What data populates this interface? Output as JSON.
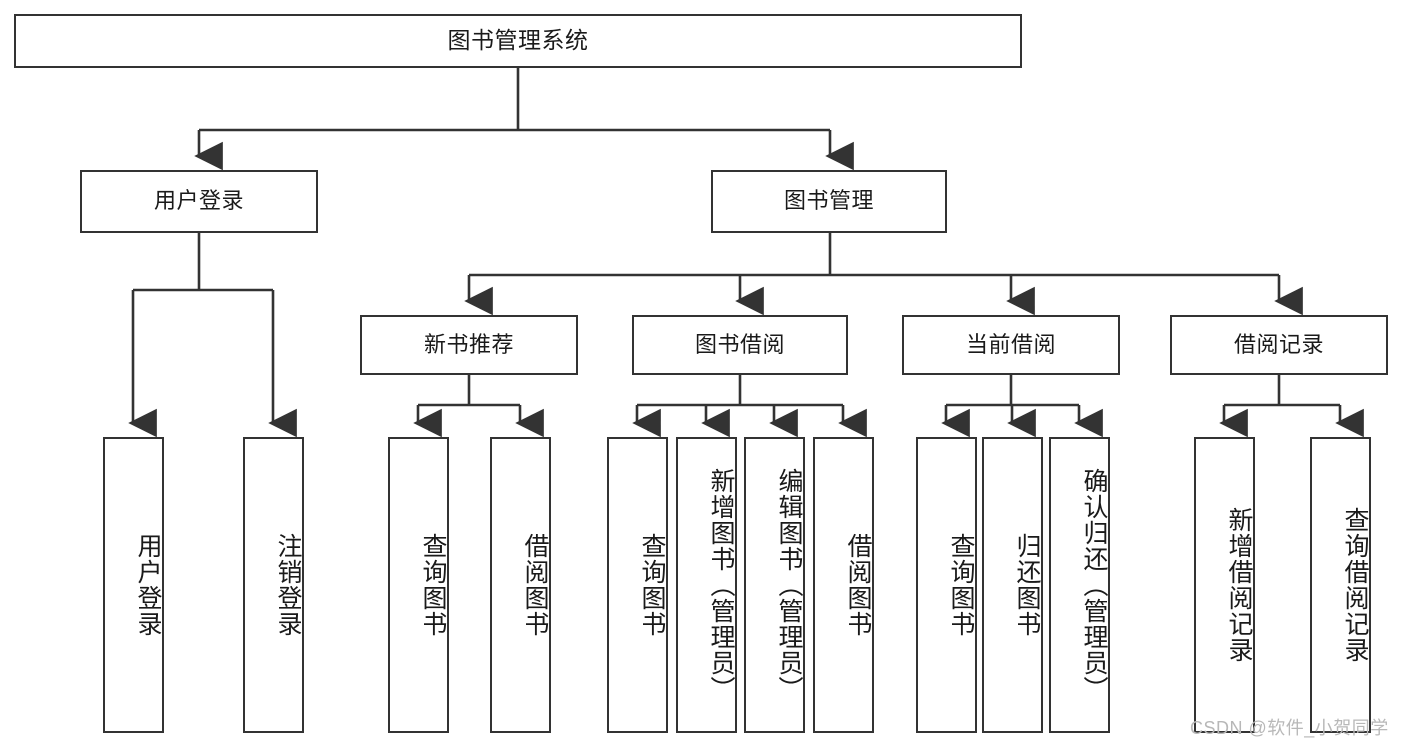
{
  "diagram": {
    "type": "tree",
    "title": "图书管理系统",
    "root": {
      "id": "root",
      "label": "图书管理系统"
    },
    "level2": [
      {
        "id": "user-login",
        "label": "用户登录"
      },
      {
        "id": "book-manage",
        "label": "图书管理"
      }
    ],
    "level3": [
      {
        "id": "new-book-rec",
        "label": "新书推荐",
        "parent": "book-manage"
      },
      {
        "id": "book-borrow",
        "label": "图书借阅",
        "parent": "book-manage"
      },
      {
        "id": "current-borrow",
        "label": "当前借阅",
        "parent": "book-manage"
      },
      {
        "id": "borrow-record",
        "label": "借阅记录",
        "parent": "book-manage"
      }
    ],
    "leaves": [
      {
        "id": "leaf-user-login",
        "label": "用户登录",
        "parent": "user-login"
      },
      {
        "id": "leaf-logout",
        "label": "注销登录",
        "parent": "user-login"
      },
      {
        "id": "leaf-query-book-1",
        "label": "查询图书",
        "parent": "new-book-rec"
      },
      {
        "id": "leaf-borrow-book-1",
        "label": "借阅图书",
        "parent": "new-book-rec"
      },
      {
        "id": "leaf-query-book-2",
        "label": "查询图书",
        "parent": "book-borrow"
      },
      {
        "id": "leaf-add-book",
        "label": "新增图书（管理员）",
        "parent": "book-borrow"
      },
      {
        "id": "leaf-edit-book",
        "label": "编辑图书（管理员）",
        "parent": "book-borrow"
      },
      {
        "id": "leaf-borrow-book-2",
        "label": "借阅图书",
        "parent": "book-borrow"
      },
      {
        "id": "leaf-query-book-3",
        "label": "查询图书",
        "parent": "current-borrow"
      },
      {
        "id": "leaf-return-book",
        "label": "归还图书",
        "parent": "current-borrow"
      },
      {
        "id": "leaf-confirm-return",
        "label": "确认归还（管理员）",
        "parent": "current-borrow"
      },
      {
        "id": "leaf-add-record",
        "label": "新增借阅记录",
        "parent": "borrow-record"
      },
      {
        "id": "leaf-query-record",
        "label": "查询借阅记录",
        "parent": "borrow-record"
      }
    ],
    "colors": {
      "stroke": "#333333",
      "fill": "#ffffff",
      "text": "#1a1a1a",
      "watermark": "#b8b8b8"
    }
  },
  "watermark": {
    "text": "CSDN @软件_小贺同学"
  }
}
